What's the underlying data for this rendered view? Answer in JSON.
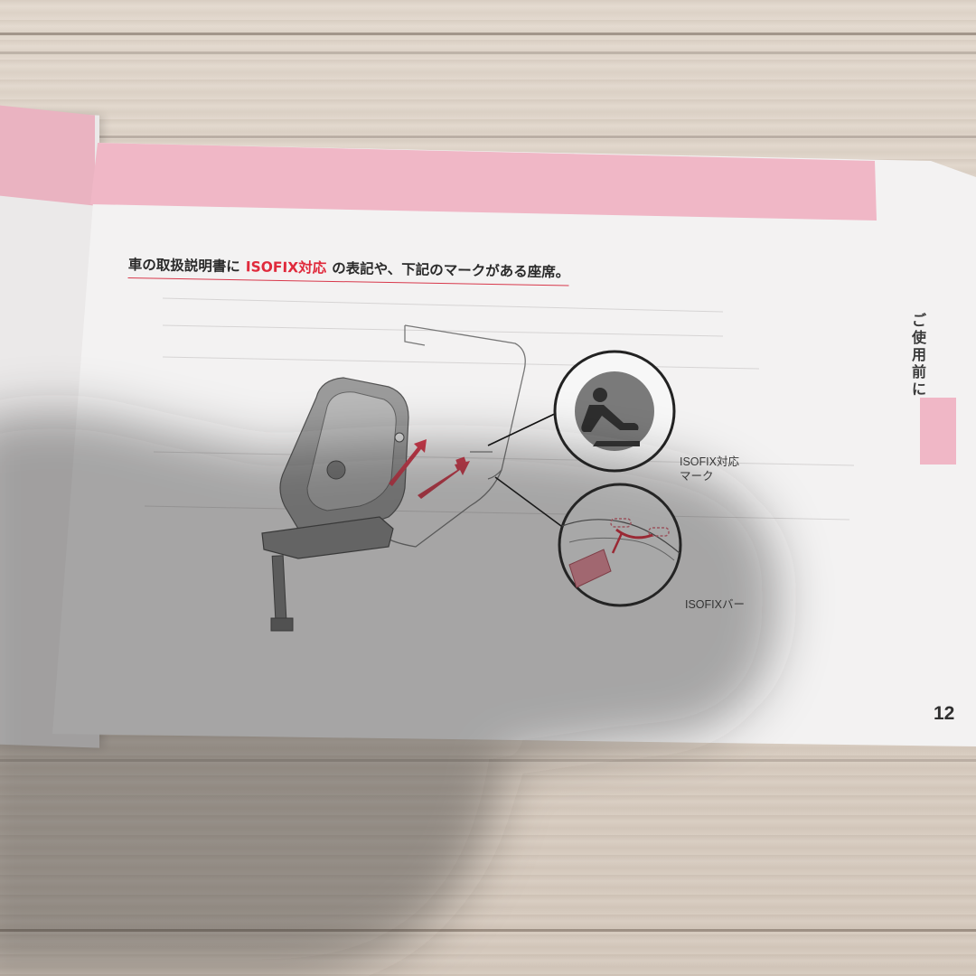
{
  "page": {
    "headline_before": "車の取扱説明書に",
    "headline_highlight": "ISOFIX対応",
    "headline_after": "の表記や、下記のマークがある座席。",
    "side_tab": [
      "ご",
      "使",
      "用",
      "前",
      "に"
    ],
    "label_mark": [
      "ISOFIX対応",
      "マーク"
    ],
    "label_bar": "ISOFIXバー",
    "page_number": "12"
  },
  "colors": {
    "pink_band": "#f0b7c6",
    "accent_red": "#e02a3c",
    "page_white": "#f3f2f2"
  },
  "icons": {
    "mark_icon": "isofix-seat-child-icon",
    "bar_icon": "isofix-bar-detail-icon"
  }
}
